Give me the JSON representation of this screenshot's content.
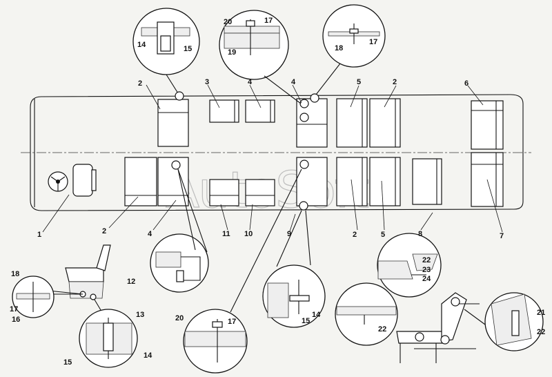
{
  "watermark": "AutoSoft",
  "callouts": {
    "c1": "1",
    "c2a": "2",
    "c2b": "2",
    "c2c": "2",
    "c2d": "2",
    "c3": "3",
    "c4a": "4",
    "c4b": "4",
    "c4c": "4",
    "c5a": "5",
    "c5b": "5",
    "c6": "6",
    "c7": "7",
    "c8": "8",
    "c9": "9",
    "c10": "10",
    "c11": "11",
    "c12": "12",
    "c13": "13",
    "c14a": "14",
    "c14b": "14",
    "c14c": "14",
    "c15a": "15",
    "c15b": "15",
    "c15c": "15",
    "c16": "16",
    "c17a": "17",
    "c17b": "17",
    "c17c": "17",
    "c17d": "17",
    "c18a": "18",
    "c18b": "18",
    "c19": "19",
    "c20a": "20",
    "c20b": "20",
    "c21": "21",
    "c22a": "22",
    "c22b": "22",
    "c22c": "22",
    "c23": "23",
    "c24": "24"
  }
}
